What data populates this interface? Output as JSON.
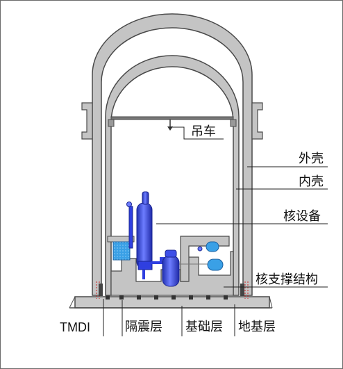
{
  "labels": {
    "crane": "吊车",
    "outer_shell": "外壳",
    "inner_shell": "内壳",
    "nuclear_equipment": "核设备",
    "support_structure": "核支撑结构",
    "tmdi": "TMDI",
    "isolation_layer": "隔震层",
    "foundation_layer": "基础层",
    "ground_layer": "地基层"
  },
  "colors": {
    "wall_gray": "#bfbfbf",
    "wall_outline": "#4a4a4a",
    "equipment_blue": "#2f3fe0",
    "pool_blue": "#3aa0e6",
    "damper_red": "#cc2222"
  }
}
